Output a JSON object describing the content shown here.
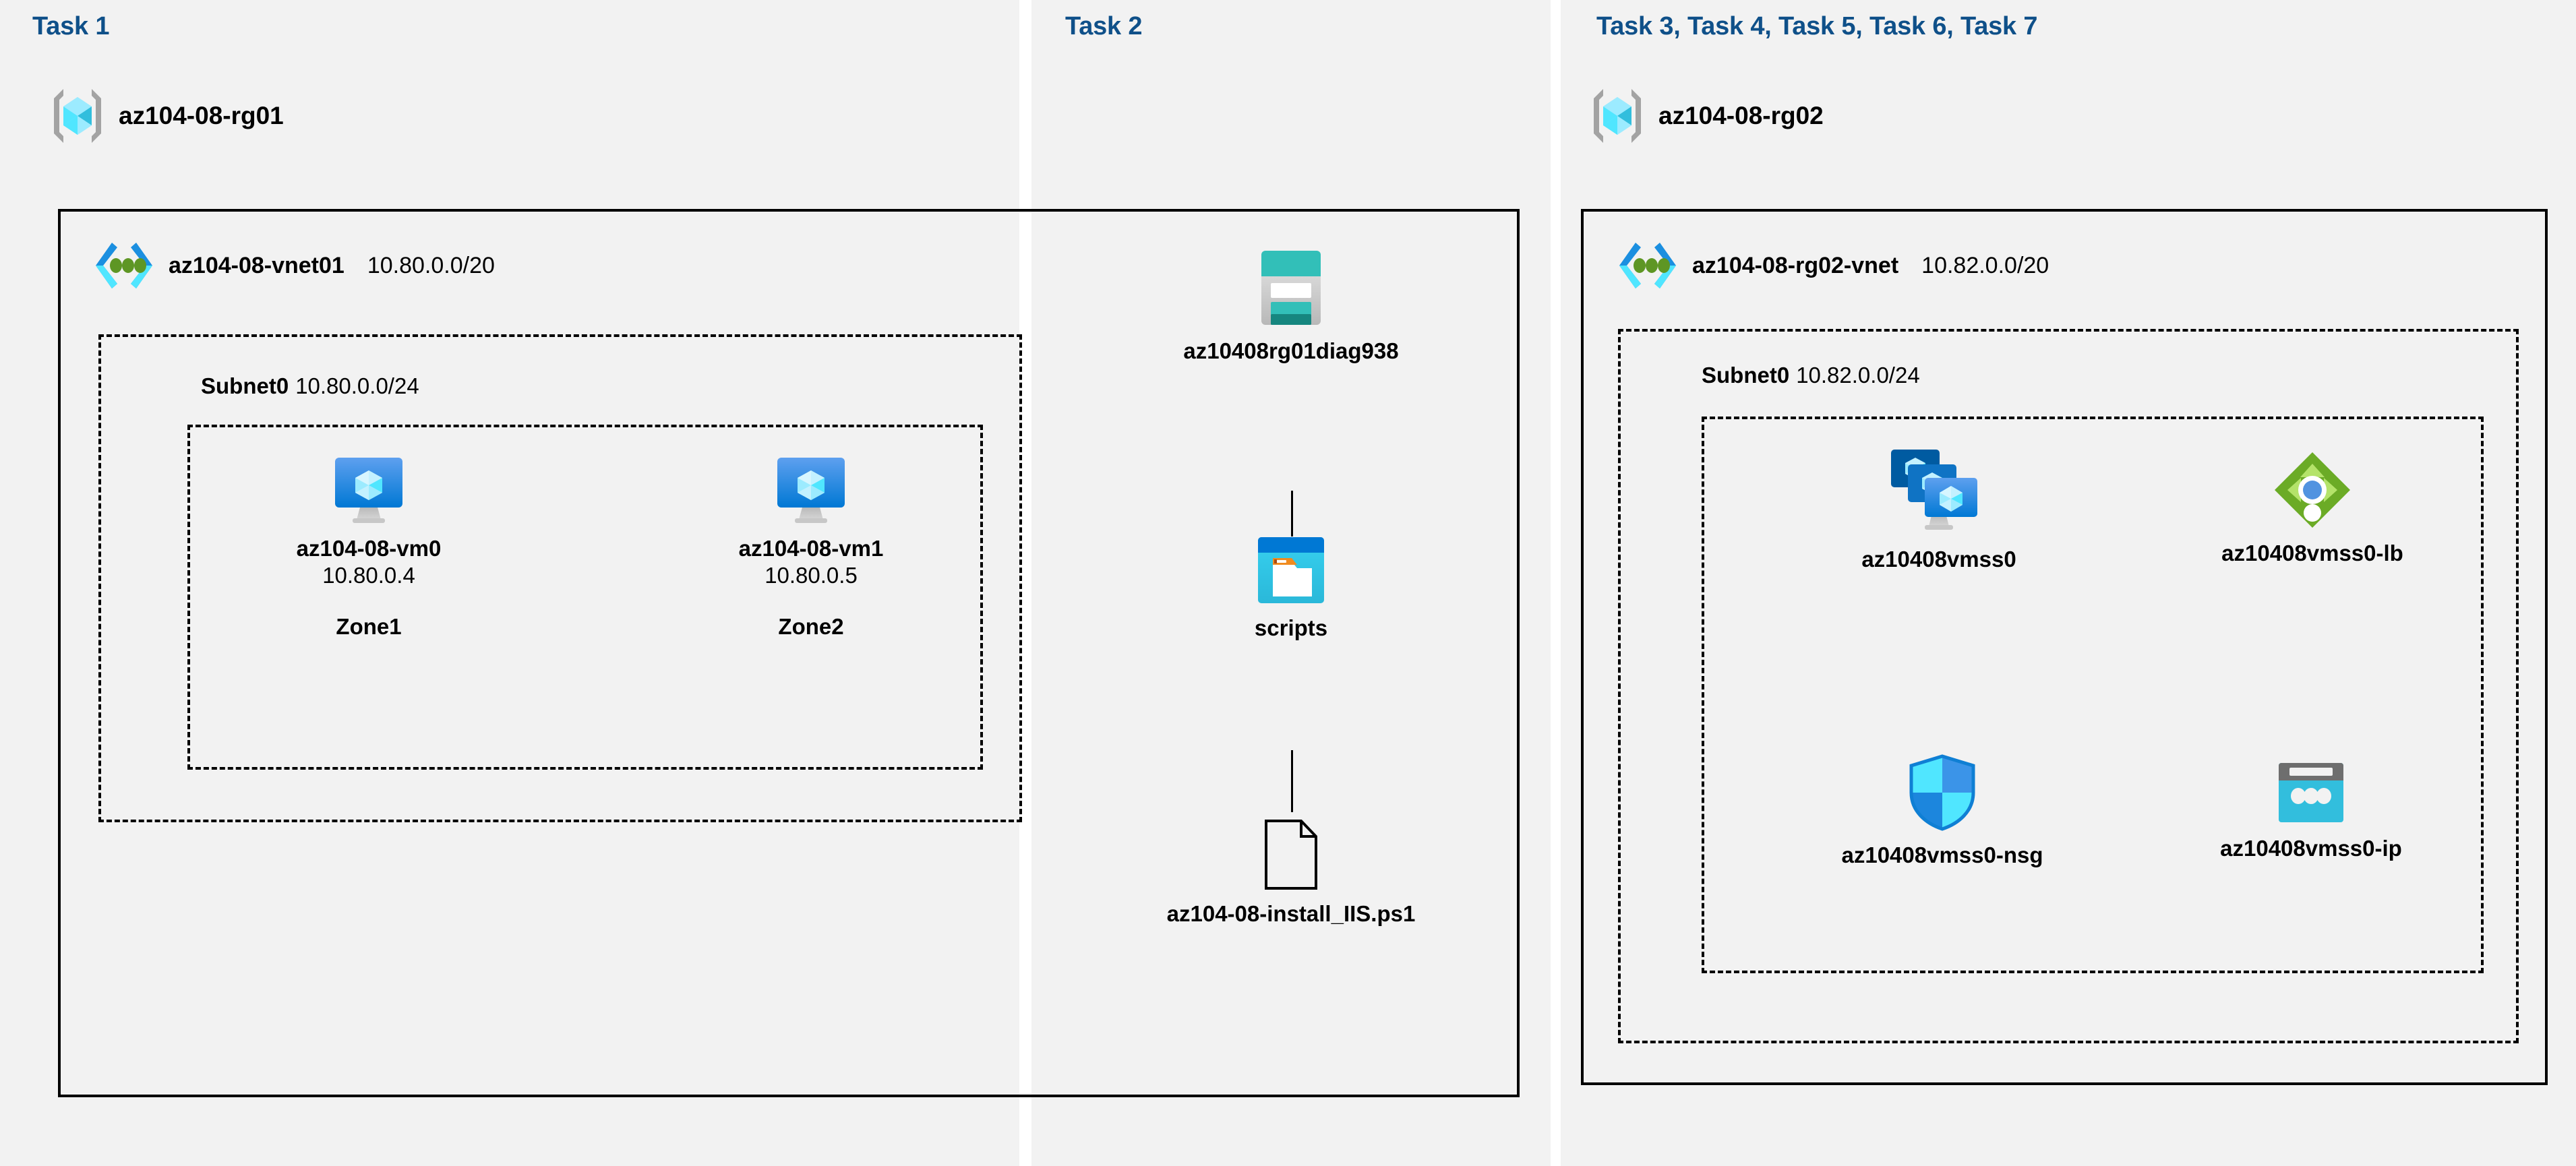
{
  "panels": [
    {
      "id": "task1",
      "title": "Task 1"
    },
    {
      "id": "task2",
      "title": "Task 2"
    },
    {
      "id": "task3",
      "title": "Task 3, Task 4, Task 5, Task 6, Task 7"
    }
  ],
  "resource_groups": [
    {
      "name": "az104-08-rg01",
      "icon": "resource-group-icon"
    },
    {
      "name": "az104-08-rg02",
      "icon": "resource-group-icon"
    }
  ],
  "vnets": [
    {
      "name": "az104-08-vnet01",
      "cidr": "10.80.0.0/20",
      "icon": "virtual-network-icon"
    },
    {
      "name": "az104-08-rg02-vnet",
      "cidr": "10.82.0.0/20",
      "icon": "virtual-network-icon"
    }
  ],
  "subnets": [
    {
      "name": "Subnet0",
      "cidr": "10.80.0.0/24"
    },
    {
      "name": "Subnet0",
      "cidr": "10.82.0.0/24"
    }
  ],
  "virtual_machines": [
    {
      "name": "az104-08-vm0",
      "ip": "10.80.0.4",
      "zone": "Zone1",
      "icon": "virtual-machine-icon"
    },
    {
      "name": "az104-08-vm1",
      "ip": "10.80.0.5",
      "zone": "Zone2",
      "icon": "virtual-machine-icon"
    }
  ],
  "storage": {
    "account": {
      "name": "az10408rg01diag938",
      "icon": "storage-account-icon"
    },
    "container": {
      "name": "scripts",
      "icon": "blob-container-icon"
    },
    "file": {
      "name": "az104-08-install_IIS.ps1",
      "icon": "script-file-icon"
    }
  },
  "scale_set_resources": [
    {
      "name": "az10408vmss0",
      "icon": "vm-scale-set-icon"
    },
    {
      "name": "az10408vmss0-lb",
      "icon": "load-balancer-icon"
    },
    {
      "name": "az10408vmss0-nsg",
      "icon": "network-security-group-icon"
    },
    {
      "name": "az10408vmss0-ip",
      "icon": "public-ip-address-icon"
    }
  ],
  "colors": {
    "panel_background": "#f2f2f2",
    "task_title": "#0f5089",
    "border": "#000000",
    "azure_blue": "#0078d4",
    "azure_cyan": "#50e6ff",
    "storage_teal": "#32bfb8",
    "lb_green": "#6bab26",
    "public_ip_cyan": "#32bedd"
  }
}
